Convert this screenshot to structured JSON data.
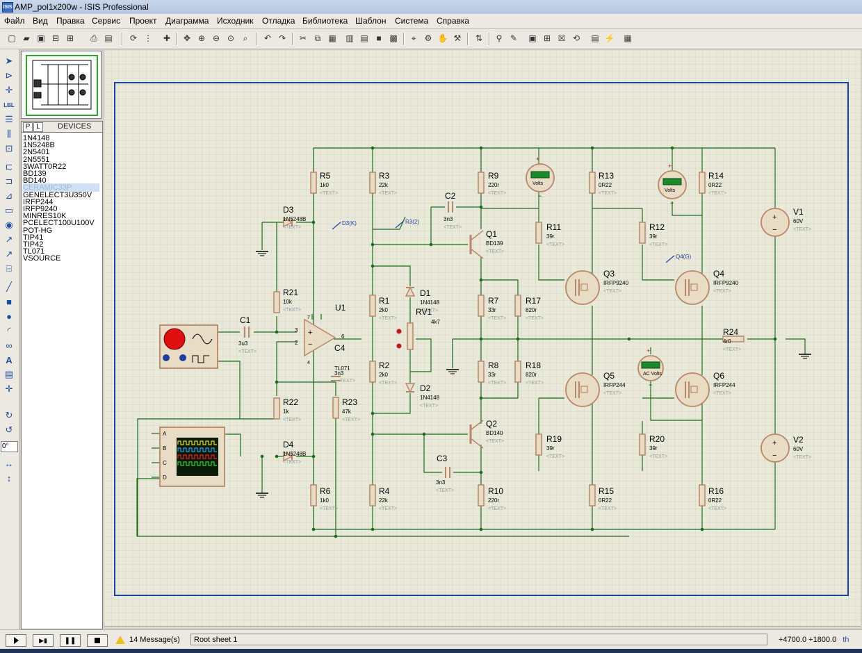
{
  "window": {
    "title": "AMP_pol1x200w - ISIS Professional",
    "icon_label": "ISIS"
  },
  "menu": [
    "Файл",
    "Вид",
    "Правка",
    "Сервис",
    "Проект",
    "Диаграмма",
    "Исходник",
    "Отладка",
    "Библиотека",
    "Шаблон",
    "Система",
    "Справка"
  ],
  "panel": {
    "p_tab": "P",
    "l_tab": "L",
    "title": "DEVICES"
  },
  "devices": [
    "1N4148",
    "1N5248B",
    "2N5401",
    "2N5551",
    "3WATT0R22",
    "BD139",
    "BD140",
    "CERAMIC33P",
    "GENELECT3U350V",
    "IRFP244",
    "IRFP9240",
    "MINRES10K",
    "PCELECT100U100V",
    "POT-HG",
    "TIP41",
    "TIP42",
    "TL071",
    "VSOURCE"
  ],
  "selected_device_index": 7,
  "rotation": "0°",
  "status": {
    "messages": "14 Message(s)",
    "sheet": "Root sheet 1",
    "x": "+4700.0",
    "y": "+1800.0",
    "unit": "th"
  },
  "schematic": {
    "text_placeholder": "<TEXT>",
    "components": [
      {
        "ref": "R5",
        "val": "1k0"
      },
      {
        "ref": "R3",
        "val": "22k"
      },
      {
        "ref": "R9",
        "val": "220r"
      },
      {
        "ref": "R13",
        "val": "0R22"
      },
      {
        "ref": "R14",
        "val": "0R22"
      },
      {
        "ref": "C2",
        "val": "3n3"
      },
      {
        "ref": "Q1",
        "val": "BD139"
      },
      {
        "ref": "R11",
        "val": "39r"
      },
      {
        "ref": "R12",
        "val": "39r"
      },
      {
        "ref": "D3",
        "val": "1N5248B"
      },
      {
        "ref": "R21",
        "val": "10k"
      },
      {
        "ref": "U1",
        "val": "TL071"
      },
      {
        "ref": "C1",
        "val": "3u3"
      },
      {
        "ref": "C4",
        "val": "3n3"
      },
      {
        "ref": "R1",
        "val": "2k0"
      },
      {
        "ref": "D1",
        "val": "1N4148"
      },
      {
        "ref": "RV1",
        "val": "4k7"
      },
      {
        "ref": "R7",
        "val": "33r"
      },
      {
        "ref": "R17",
        "val": "820r"
      },
      {
        "ref": "Q3",
        "val": "IRFP9240"
      },
      {
        "ref": "Q4",
        "val": "IRFP9240"
      },
      {
        "ref": "R24",
        "val": "4r0"
      },
      {
        "ref": "R2",
        "val": "2k0"
      },
      {
        "ref": "D2",
        "val": "1N4148"
      },
      {
        "ref": "R8",
        "val": "33r"
      },
      {
        "ref": "R18",
        "val": "820r"
      },
      {
        "ref": "Q5",
        "val": "IRFP244"
      },
      {
        "ref": "Q6",
        "val": "IRFP244"
      },
      {
        "ref": "R22",
        "val": "1k"
      },
      {
        "ref": "R23",
        "val": "47k"
      },
      {
        "ref": "Q2",
        "val": "BD140"
      },
      {
        "ref": "R19",
        "val": "39r"
      },
      {
        "ref": "R20",
        "val": "39r"
      },
      {
        "ref": "D4",
        "val": "1N5248B"
      },
      {
        "ref": "C3",
        "val": "3n3"
      },
      {
        "ref": "R6",
        "val": "1k0"
      },
      {
        "ref": "R4",
        "val": "22k"
      },
      {
        "ref": "R10",
        "val": "220r"
      },
      {
        "ref": "R15",
        "val": "0R22"
      },
      {
        "ref": "R16",
        "val": "0R22"
      },
      {
        "ref": "V1",
        "val": "60V"
      },
      {
        "ref": "V2",
        "val": "60V"
      }
    ],
    "probes": [
      "D3(K)",
      "R3(2)",
      "Q4(G)"
    ],
    "meters": {
      "volts1": "Volts",
      "volts2": "Volts",
      "ac": "AC Volts"
    },
    "scope_channels": [
      "A",
      "B",
      "C",
      "D"
    ],
    "opamp_pins": [
      "3",
      "2",
      "6",
      "7",
      "4"
    ]
  },
  "colors": {
    "grid_bg": "#e8e8d8",
    "grid_line": "#c9c9b8",
    "wire": "#1e6b1e",
    "sheet_border": "#1c3fa0",
    "body": "#b8866a",
    "body_fill": "#e9dcc4",
    "label": "#000",
    "placeholder": "#9a9a9a"
  }
}
